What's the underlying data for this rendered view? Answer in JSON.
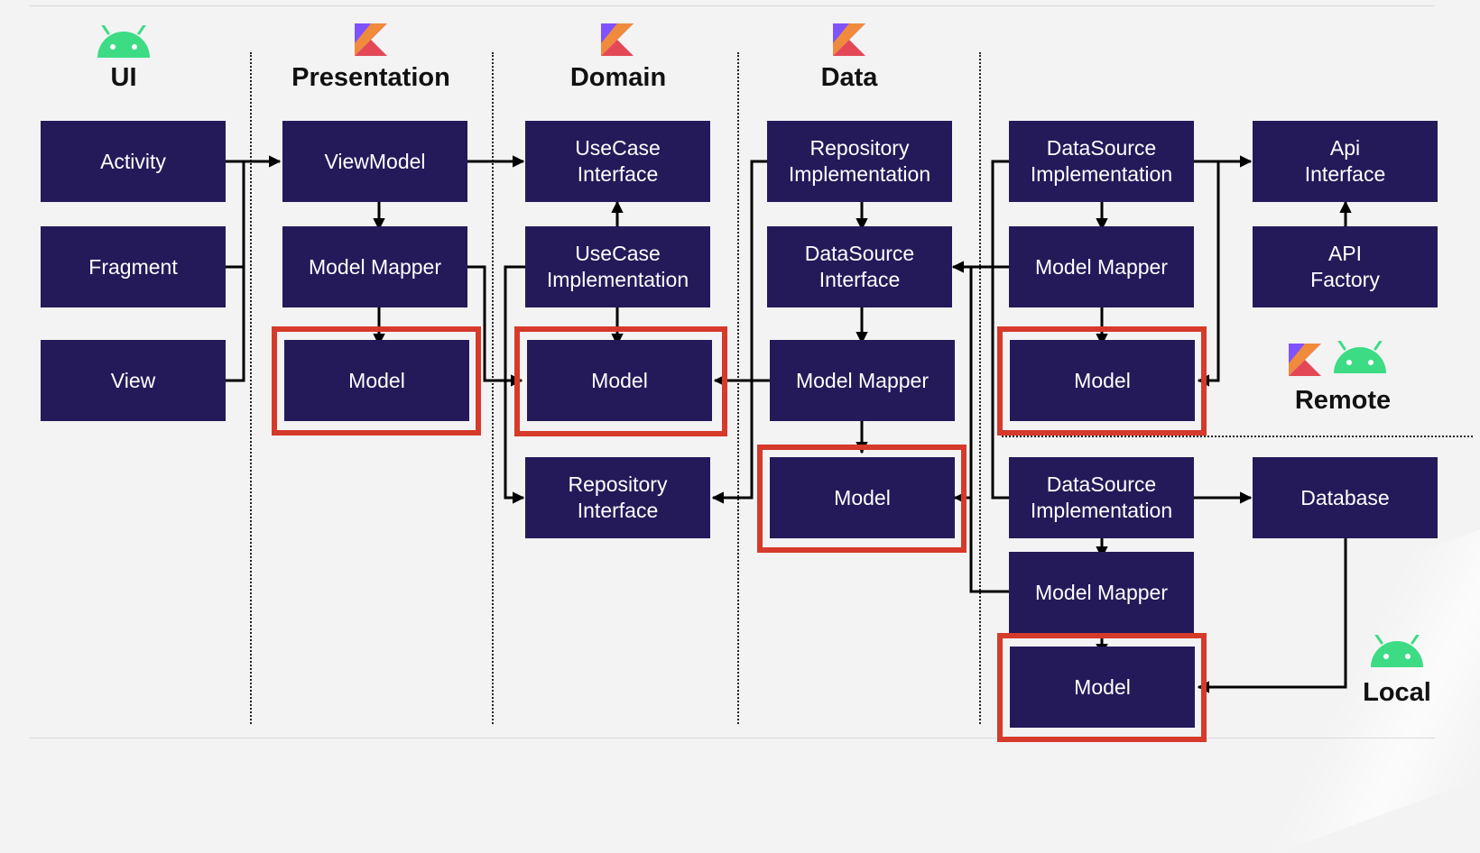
{
  "headings": {
    "ui": "UI",
    "presentation": "Presentation",
    "domain": "Domain",
    "data": "Data",
    "remote": "Remote",
    "local": "Local"
  },
  "boxes": {
    "activity": "Activity",
    "fragment": "Fragment",
    "view": "View",
    "viewmodel": "ViewModel",
    "pres_mapper": "Model Mapper",
    "pres_model": "Model",
    "usecase_interface": "UseCase\nInterface",
    "usecase_impl": "UseCase\nImplementation",
    "domain_model": "Model",
    "repository_interface": "Repository\nInterface",
    "repository_impl": "Repository\nImplementation",
    "datasource_interface": "DataSource\nInterface",
    "data_mapper": "Model Mapper",
    "data_model": "Model",
    "remote_ds_impl": "DataSource\nImplementation",
    "remote_mapper": "Model Mapper",
    "remote_model": "Model",
    "api_interface": "Api\nInterface",
    "api_factory": "API\nFactory",
    "local_ds_impl": "DataSource\nImplementation",
    "database": "Database",
    "local_mapper": "Model Mapper",
    "local_model": "Model"
  },
  "colors": {
    "box_fill": "#241a5a",
    "highlight": "#d63a2a",
    "android_green": "#3ddc84",
    "kotlin_orange": "#f08a3c",
    "kotlin_purple": "#7f52ff"
  },
  "icons": [
    "android-icon",
    "kotlin-icon"
  ]
}
